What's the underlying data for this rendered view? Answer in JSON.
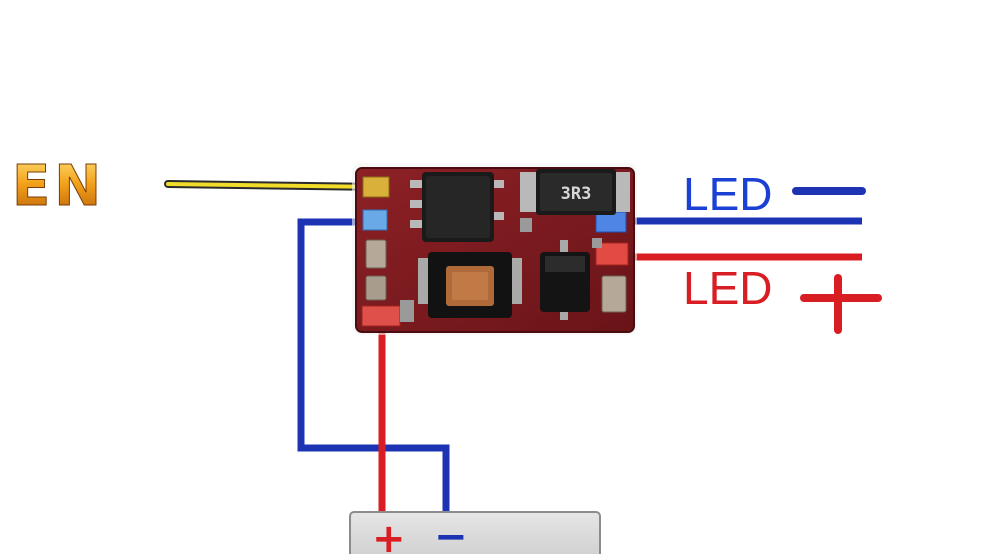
{
  "labels": {
    "enable": "EN",
    "led_negative": "LED",
    "led_positive": "LED",
    "battery_plus": "+",
    "battery_minus": "−",
    "inductor_marking": "3R3"
  },
  "colors": {
    "enable_wire": "#f2dc2a",
    "negative_wire": "#1c34b4",
    "positive_wire": "#d81e22",
    "pcb": "#7e1a1e",
    "led_negative_text": "#1c3fd6",
    "led_positive_text": "#d81e22",
    "en_text": "#ee9a12"
  },
  "icons": {
    "led_negative_symbol": "minus-sign-icon",
    "led_positive_symbol": "plus-sign-icon"
  }
}
